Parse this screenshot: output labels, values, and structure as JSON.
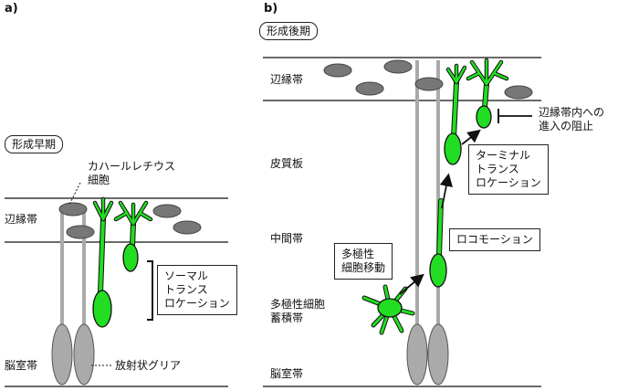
{
  "panels": {
    "a": {
      "label": "a)",
      "stage_title": "形成早期",
      "cr_cell_label": [
        "カハールレチウス",
        "細胞"
      ],
      "layer_labels": {
        "marginal_zone": "辺縁帯",
        "ventricular_zone": "脳室帯"
      },
      "glia_label": "放射状グリア",
      "process_box": [
        "ソーマル",
        "トランス",
        "ロケーション"
      ]
    },
    "b": {
      "label": "b)",
      "stage_title": "形成後期",
      "layer_labels": {
        "marginal_zone": "辺縁帯",
        "cortical_plate": "皮質板",
        "intermediate_zone": "中間帯",
        "multipolar_zone": [
          "多極性細胞",
          "蓄積帯"
        ],
        "ventricular_zone": "脳室帯"
      },
      "multipolar_box": [
        "多極性",
        "細胞移動"
      ],
      "locomotion_box": "ロコモーション",
      "terminal_box": [
        "ターミナル",
        "トランス",
        "ロケーション"
      ],
      "block_label": [
        "辺縁帯内への",
        "進入の阻止"
      ]
    }
  },
  "colors": {
    "neuron": "#22dd22",
    "neuron_outline": "#111111",
    "glia": "#aaaaaa",
    "cr_cell": "#777777"
  }
}
